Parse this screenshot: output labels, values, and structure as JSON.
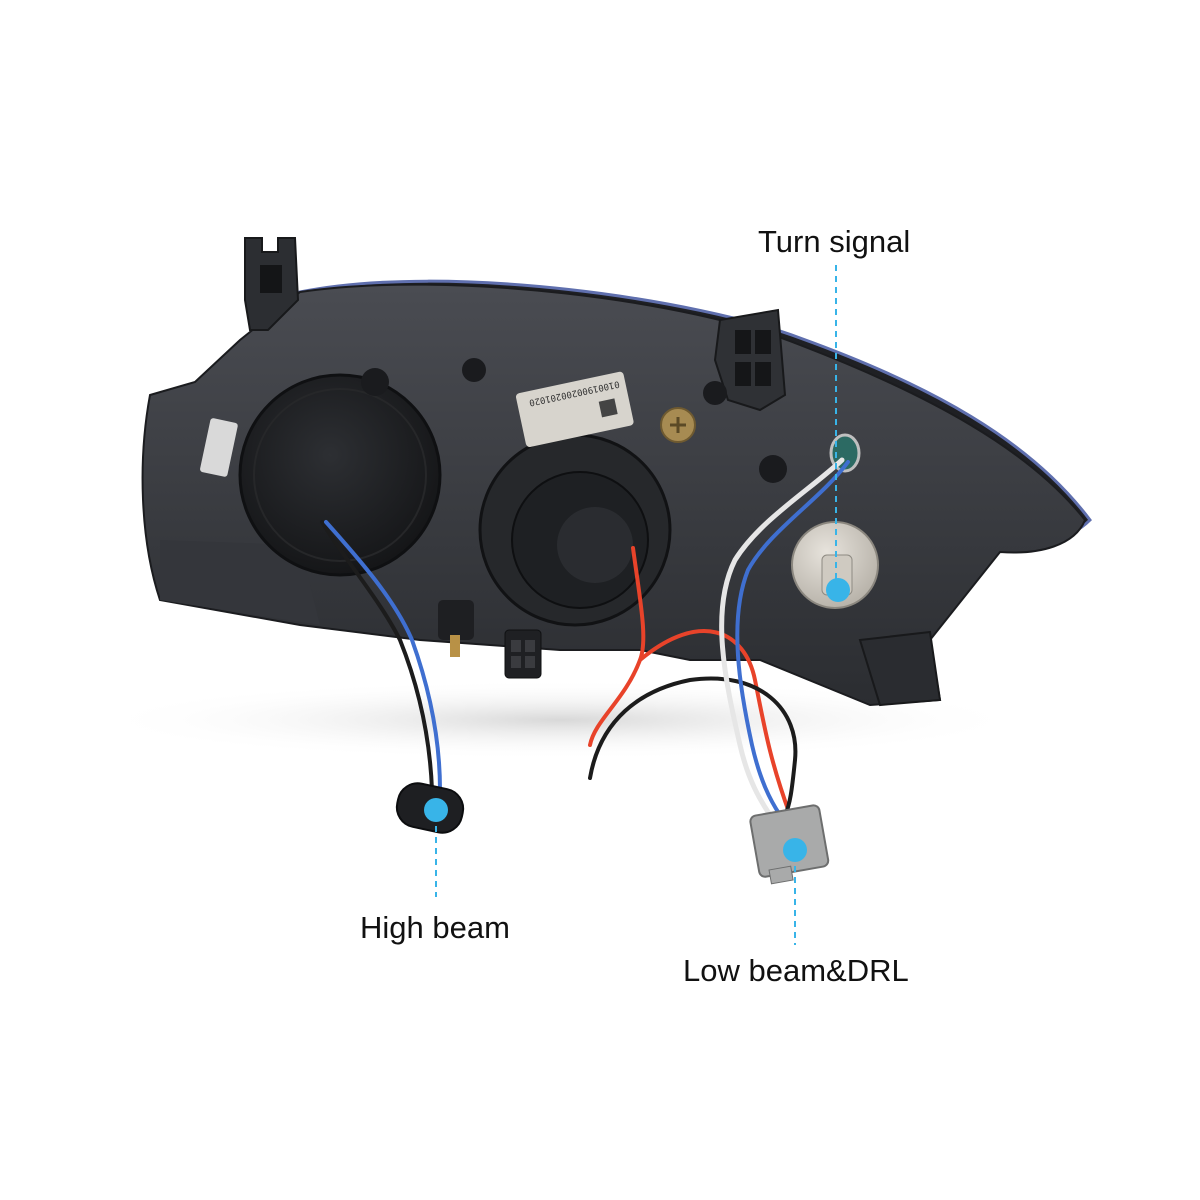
{
  "callouts": {
    "turn_signal": "Turn signal",
    "high_beam": "High beam",
    "low_beam_drl": "Low beam&DRL"
  },
  "product_label": {
    "serial": "01001900200201020"
  },
  "colors": {
    "marker": "#38b4e8",
    "leader": "#38b4e8",
    "housing": "#3a3c41",
    "housing_dark": "#24262a",
    "wire_red": "#e8432a",
    "wire_blue": "#3f6fd0",
    "wire_black": "#1c1c1c",
    "wire_white": "#e6e6e6",
    "connector_grey": "#a9aaaa"
  }
}
